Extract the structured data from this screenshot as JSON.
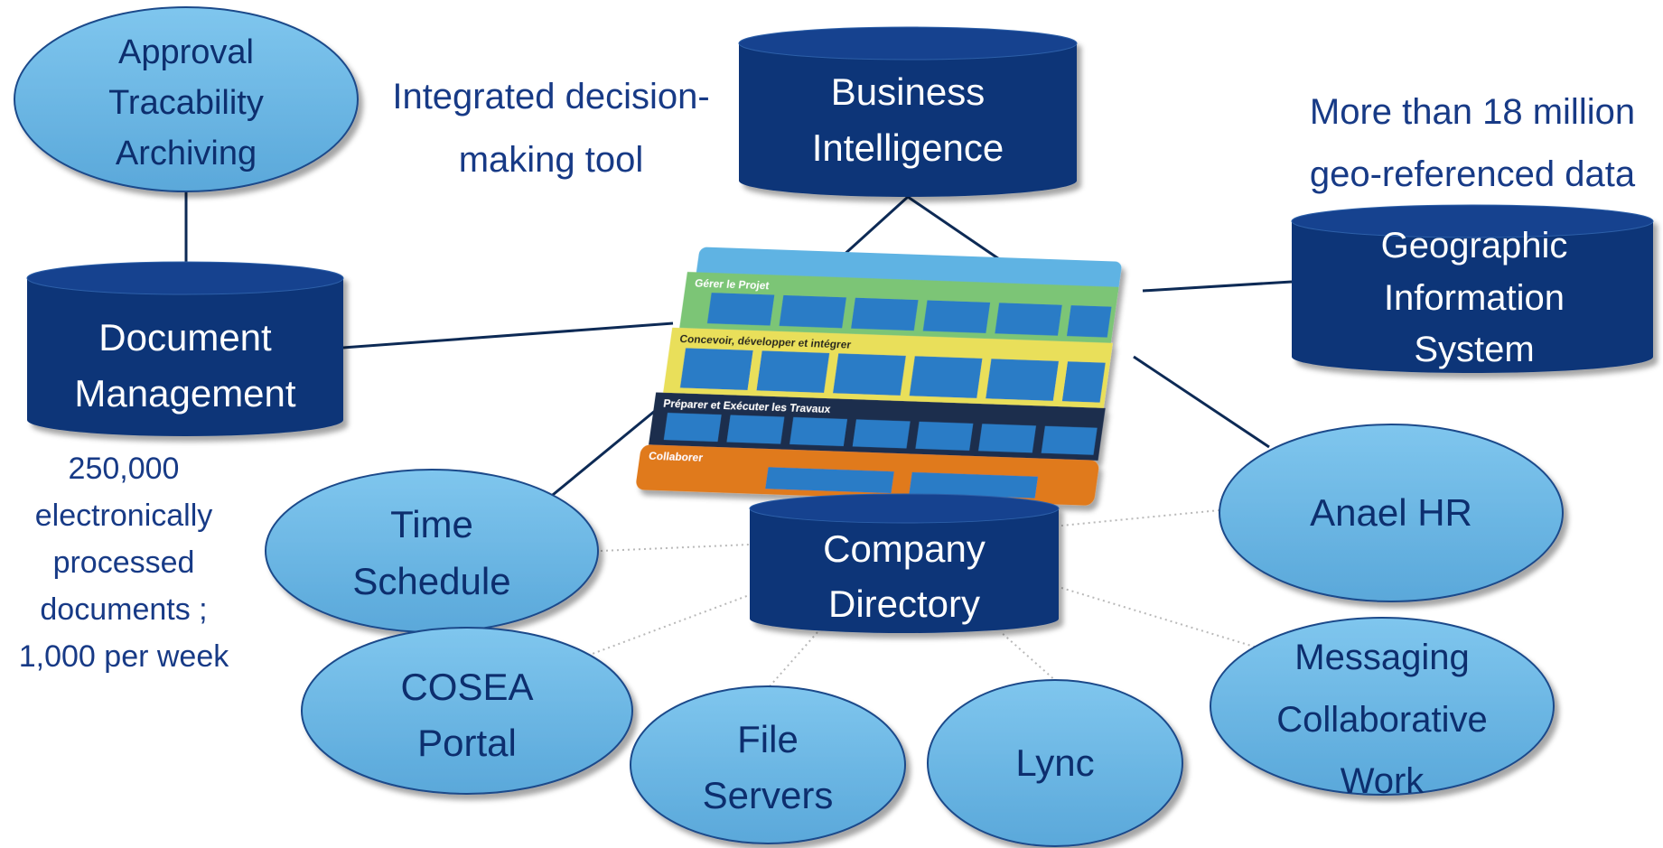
{
  "colors": {
    "cylinder_fill": "#0b3478",
    "cylinder_top": "#12438f",
    "ellipse_fill": "#6ab8e6",
    "ellipse_stroke": "#1a4a8a",
    "text_dark_bg": "#ffffff",
    "text_light_bg": "#0c2f6e",
    "annotation": "#173a86",
    "solid_line": "#0d2a55",
    "dotted_line": "#b9b9b9"
  },
  "nodes": {
    "approval": {
      "lines": [
        "Approval",
        "Tracability",
        "Archiving"
      ]
    },
    "business_intelligence": {
      "lines": [
        "Business",
        "Intelligence"
      ]
    },
    "document_management": {
      "lines": [
        "Document",
        "Management"
      ]
    },
    "gis": {
      "lines": [
        "Geographic",
        "Information",
        "System"
      ]
    },
    "time_schedule": {
      "lines": [
        "Time",
        "Schedule"
      ]
    },
    "company_directory": {
      "lines": [
        "Company",
        "Directory"
      ]
    },
    "anael_hr": {
      "lines": [
        "Anael HR"
      ]
    },
    "cosea_portal": {
      "lines": [
        "COSEA",
        "Portal"
      ]
    },
    "file_servers": {
      "lines": [
        "File",
        "Servers"
      ]
    },
    "lync": {
      "lines": [
        "Lync"
      ]
    },
    "messaging": {
      "lines": [
        "Messaging",
        "Collaborative",
        "Work"
      ]
    }
  },
  "annotations": {
    "decision_tool": [
      "Integrated decision-",
      "making tool"
    ],
    "geo_data": [
      "More than 18 million",
      "geo-referenced data"
    ],
    "documents": [
      "250,000",
      "electronically",
      "processed",
      "documents ;",
      "1,000 per week"
    ]
  },
  "central_image": {
    "rows": [
      {
        "title": "Gérer le Projet",
        "color": "#7cc576"
      },
      {
        "title": "Concevoir, développer et intégrer",
        "color": "#e9df5a"
      },
      {
        "title": "Préparer et Exécuter les Travaux",
        "color": "#1f2f4e"
      },
      {
        "title": "Collaborer",
        "color": "#e07a1f"
      }
    ]
  }
}
